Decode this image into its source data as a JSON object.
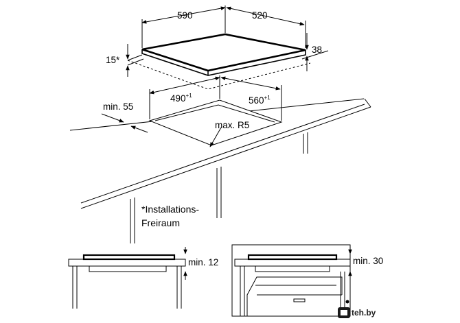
{
  "dimensions": {
    "width": "590",
    "depth": "520",
    "height": "38",
    "clearance_star": "15*",
    "cutout_width": "490",
    "cutout_width_tol": "+1",
    "cutout_depth": "560",
    "cutout_depth_tol": "+1",
    "min_front": "min. 55",
    "max_radius": "max. R5"
  },
  "note": {
    "line1": "*Installations-",
    "line2": "Freiraum"
  },
  "details": {
    "left_min": "min. 12",
    "right_min": "min. 30"
  },
  "watermark": "teh.by"
}
